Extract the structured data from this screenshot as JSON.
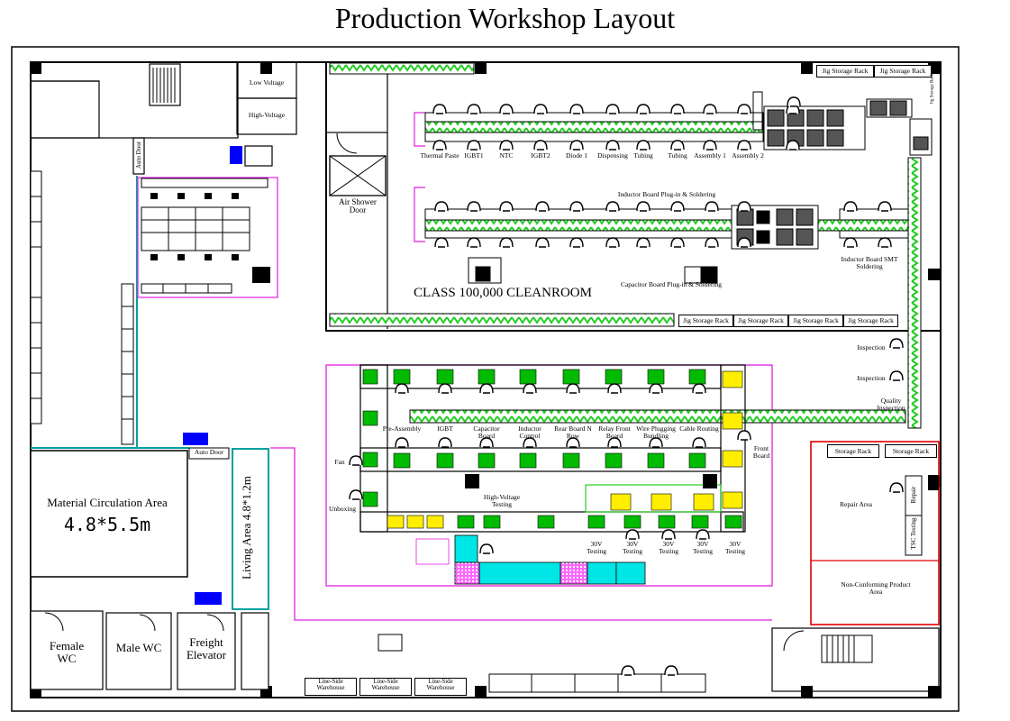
{
  "title": "Production Workshop Layout",
  "colors": {
    "wall": "#000000",
    "zone": "#e020e0",
    "repair": "#e00000",
    "conveyor": "#22cc22",
    "station": "#00bb00",
    "yellow": "#ffee00",
    "blue": "#0000ff",
    "cyan": "#00e5e5",
    "magenta": "#e020e0",
    "teal": "#00a0a0"
  },
  "rooms": {
    "low_voltage": "Low Voltage",
    "high_voltage": "High-Voltage",
    "auto_door_left": "Auto Door",
    "auto_door_bottom": "Auto Door",
    "air_shower_door": "Air Shower Door",
    "material_circulation": "Material Circulation Area",
    "material_size": "4.8*5.5m",
    "living_area": "Living Area 4.8*1.2m",
    "female_wc": "Female WC",
    "male_wc": "Male WC",
    "freight_elevator": "Freight Elevator",
    "cleanroom": "CLASS 100,000 CLEANROOM",
    "repair_area": "Repair Area",
    "non_conforming": "Non-Conforming Product Area",
    "tsc_testing": "TSC Testing",
    "repair": "Repair"
  },
  "line1_labels": [
    "Thermal Paste",
    "IGBT1",
    "NTC",
    "IGBT2",
    "Diode 1",
    "Dispensing",
    "Tubing",
    "Tubing",
    "Assembly 1",
    "Assembly 2"
  ],
  "line2": {
    "inductor_plug": "Inductor Board Plug-in & Soldering",
    "capacitor_plug": "Capacitor Board Plug-in & Soldering",
    "smt": "Inductor Board SMT Soldering"
  },
  "racks": {
    "jig_top_1": "Jig Storage Rack",
    "jig_top_2": "Jig Storage Rack",
    "jig_side": "Jig Storage Rack",
    "jig_bottom": [
      "Jig Storage Rack",
      "Jig Storage Rack",
      "Jig Storage Rack",
      "Jig Storage Rack"
    ],
    "storage": [
      "Storage Rack",
      "Storage Rack"
    ],
    "line_side": [
      "Line-Side Warehouse",
      "Line-Side Warehouse",
      "Line-Side Warehouse"
    ]
  },
  "inspection": [
    "Inspection",
    "Inspection",
    "Quality Inspection"
  ],
  "assembly_labels": [
    "Pre-Assembly",
    "IGBT",
    "Capacitor Board",
    "Inductor Control",
    "Rear Board N Row",
    "Relay Front Board",
    "Wire Plugging Bundling",
    "Cable Routing"
  ],
  "assembly_misc": {
    "front_board": "Front Board",
    "fan": "Fan",
    "unboxing": "Unboxing",
    "hv_testing": "High-Voltage Testing"
  },
  "testing_labels": [
    "30V Testing",
    "30V Testing",
    "30V Testing",
    "30V Testing",
    "30V Testing"
  ]
}
